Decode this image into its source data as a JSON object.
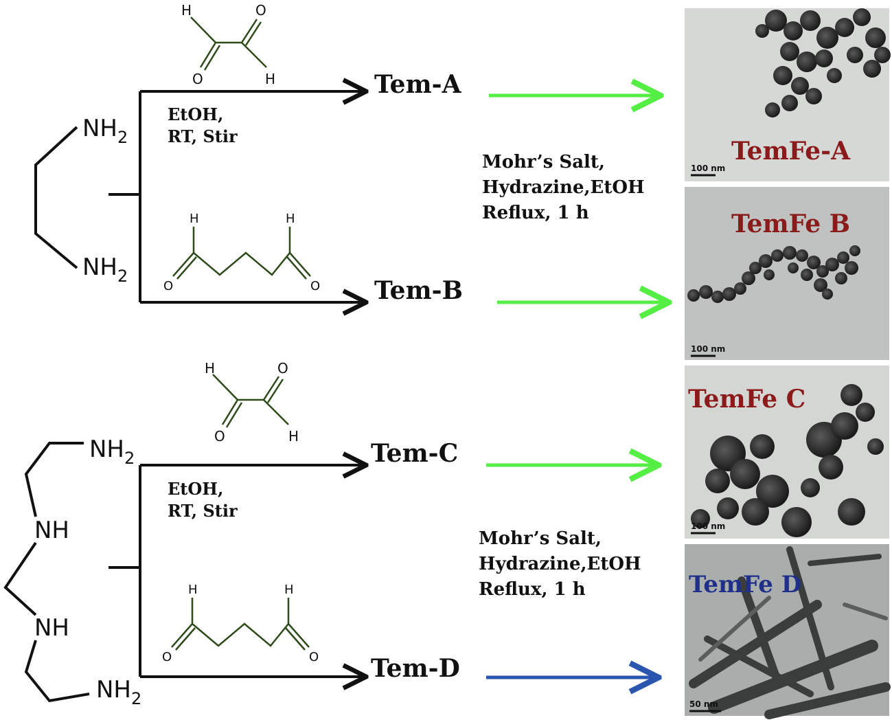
{
  "diamine": {
    "top": "NH",
    "bottom": "NH",
    "sub": "2"
  },
  "tetramine": {
    "nh2_top": "NH",
    "nh_1": "NH",
    "nh_2": "NH",
    "nh2_bottom": "NH",
    "sub": "2"
  },
  "glyoxal": {
    "h_top": "H",
    "o_top": "O",
    "o_bottom": "O",
    "h_bottom": "H"
  },
  "glutaraldehyde": {
    "h_left": "H",
    "h_right": "H",
    "o_left": "O",
    "o_right": "O"
  },
  "conditions_step1": {
    "line1": "EtOH,",
    "line2": "RT, Stir"
  },
  "conditions_step2": {
    "line1": "Mohr’s Salt,",
    "line2": "Hydrazine,EtOH",
    "line3": "Reflux, 1 h"
  },
  "products": {
    "a": "Tem-A",
    "b": "Tem-B",
    "c": "Tem-C",
    "d": "Tem-D"
  },
  "tem_images": [
    {
      "label": "TemFe-A",
      "scale": "100 nm",
      "label_color": "#8b1a1a",
      "arrow_color": "#55ee44"
    },
    {
      "label": "TemFe B",
      "scale": "100 nm",
      "label_color": "#8b1a1a",
      "arrow_color": "#55ee44"
    },
    {
      "label": "TemFe C",
      "scale": "100 nm",
      "label_color": "#8b1a1a",
      "arrow_color": "#55ee44"
    },
    {
      "label": "TemFe D",
      "scale": "50 nm",
      "label_color": "#1f2f8a",
      "arrow_color": "#2b56b0"
    }
  ]
}
